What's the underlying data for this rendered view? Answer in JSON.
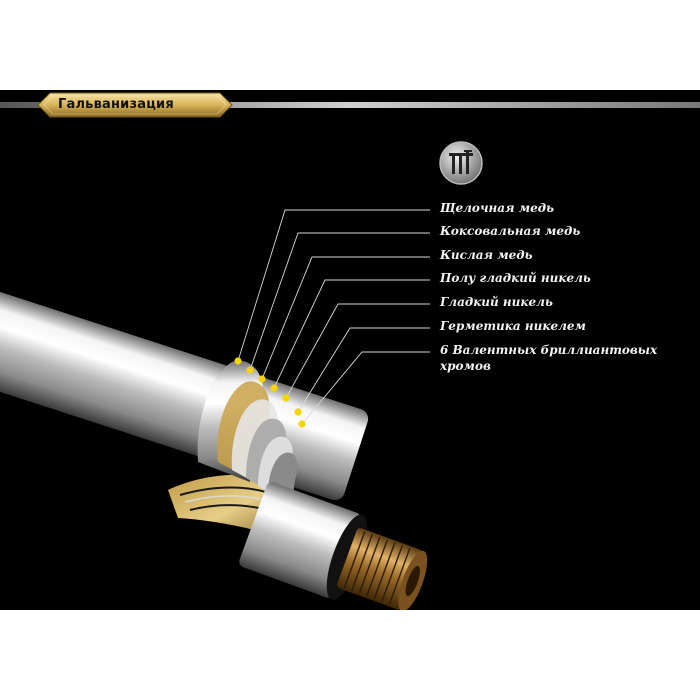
{
  "header": {
    "title": "Гальванизация"
  },
  "layers": [
    {
      "label": "Щелочная медь"
    },
    {
      "label": "Коксовальная медь"
    },
    {
      "label": "Кислая медь"
    },
    {
      "label": "Полу гладкий никель"
    },
    {
      "label": "Гладкий никель"
    },
    {
      "label": "Герметика никелем"
    },
    {
      "label": "6 Валентных бриллиантовых",
      "label2": "хромов"
    }
  ],
  "colors": {
    "background": "#000000",
    "accent_gold": "#c9a24a",
    "dot_yellow": "#f5d400",
    "text": "#f2f2f2"
  },
  "icons": {
    "logo": "faucet-logo-icon"
  }
}
